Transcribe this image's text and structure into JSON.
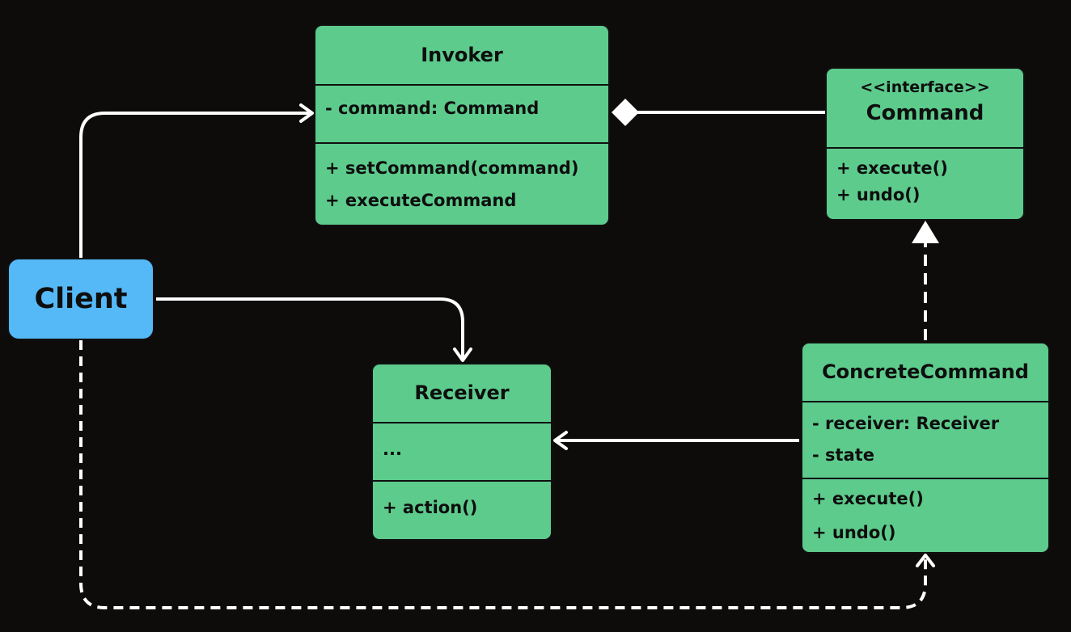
{
  "client": {
    "label": "Client"
  },
  "invoker": {
    "name": "Invoker",
    "attributes": [
      "- command: Command"
    ],
    "operations": [
      "+ setCommand(command)",
      "+ executeCommand"
    ]
  },
  "command": {
    "stereotype": "<<interface>>",
    "name": "Command",
    "operations": [
      "+ execute()",
      "+ undo()"
    ]
  },
  "receiver": {
    "name": "Receiver",
    "attributes": [
      "..."
    ],
    "operations": [
      "+ action()"
    ]
  },
  "concrete_command": {
    "name": "ConcreteCommand",
    "attributes": [
      "- receiver: Receiver",
      "- state"
    ],
    "operations": [
      "+ execute()",
      "+ undo()"
    ]
  },
  "colors": {
    "background": "#0d0c0b",
    "class_box": "#5dcb8c",
    "client_box": "#55b8f7",
    "connector": "#ffffff"
  },
  "relationships": [
    {
      "from": "client",
      "to": "invoker",
      "kind": "association-arrow"
    },
    {
      "from": "client",
      "to": "receiver",
      "kind": "association-arrow"
    },
    {
      "from": "client",
      "to": "concrete_command",
      "kind": "dependency-dashed-arrow"
    },
    {
      "from": "invoker",
      "to": "command",
      "kind": "aggregation-diamond"
    },
    {
      "from": "concrete_command",
      "to": "command",
      "kind": "realization-dashed-triangle"
    },
    {
      "from": "concrete_command",
      "to": "receiver",
      "kind": "association-arrow"
    }
  ]
}
